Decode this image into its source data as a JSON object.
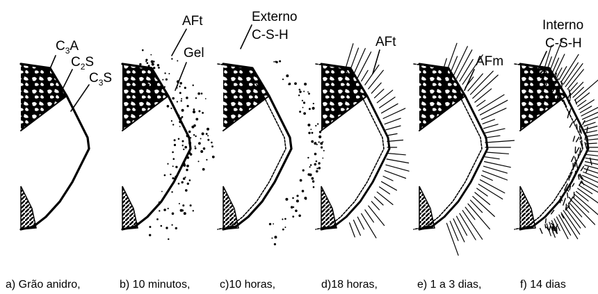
{
  "panels": [
    {
      "id": "a",
      "caption": "a) Grão anidro,",
      "labels": [
        {
          "base": "C",
          "sub": "3",
          "rest": "A"
        },
        {
          "base": "C",
          "sub": "2",
          "rest": "S"
        },
        {
          "base": "C",
          "sub": "3",
          "rest": "S"
        }
      ]
    },
    {
      "id": "b",
      "caption": "b) 10 minutos,",
      "labels": [
        {
          "text": "AFt"
        },
        {
          "text": "Gel"
        }
      ]
    },
    {
      "id": "c",
      "caption": "c)10 horas,",
      "labels": [
        {
          "text": "Externo"
        },
        {
          "text": "C-S-H"
        }
      ]
    },
    {
      "id": "d",
      "caption": "d)18 horas,",
      "labels": [
        {
          "text": "AFt"
        }
      ]
    },
    {
      "id": "e",
      "caption": "e) 1 a 3 dias,",
      "labels": [
        {
          "text": "AFm"
        }
      ]
    },
    {
      "id": "f",
      "caption": "f) 14 dias",
      "labels": [
        {
          "text": "Interno"
        },
        {
          "text": "C-S-H"
        }
      ]
    }
  ],
  "colors": {
    "ink": "#000000",
    "background": "#ffffff"
  }
}
